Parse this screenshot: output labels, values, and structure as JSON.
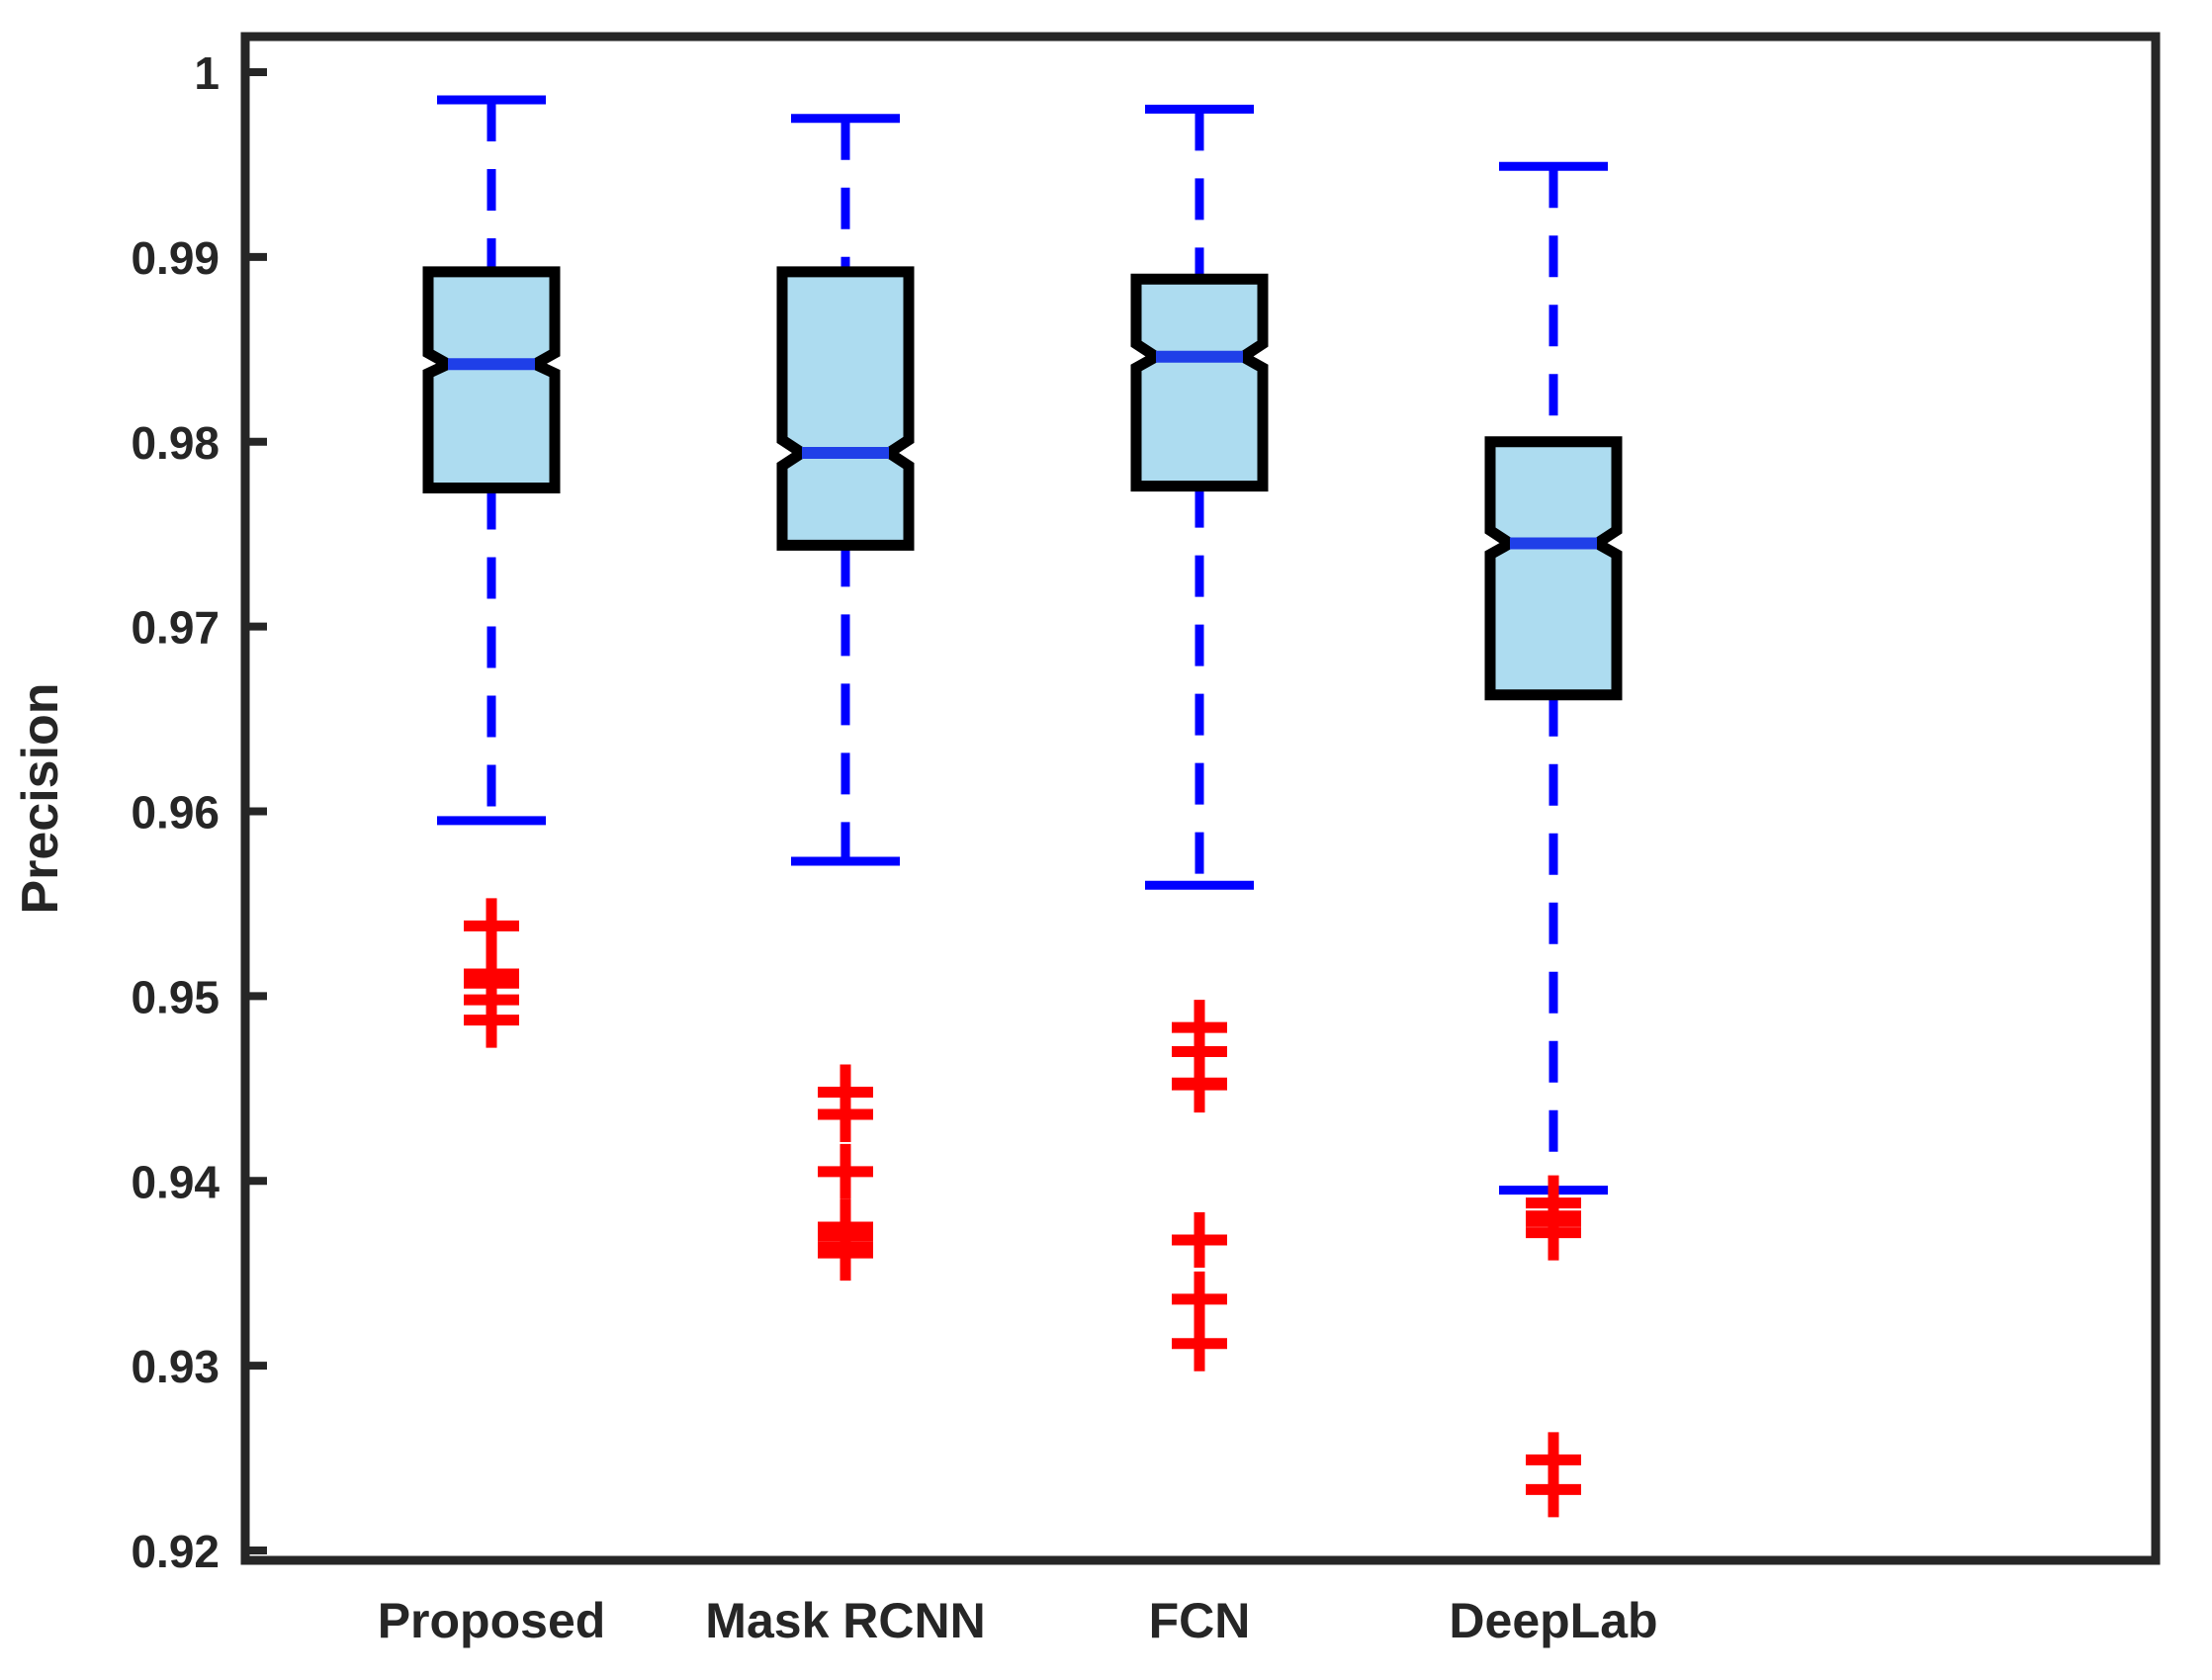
{
  "chart_data": {
    "type": "box",
    "title": "",
    "xlabel": "",
    "ylabel": "Precision",
    "ylim": [
      0.92,
      1.0
    ],
    "ytick_values": [
      0.92,
      0.93,
      0.94,
      0.95,
      0.96,
      0.97,
      0.98,
      0.99,
      1.0
    ],
    "ytick_labels": [
      "0.92",
      "0.93",
      "0.94",
      "0.95",
      "0.96",
      "0.97",
      "0.98",
      "0.99",
      "1"
    ],
    "grid": false,
    "legend": null,
    "categories": [
      "Proposed",
      "Mask RCNN",
      "FCN",
      "DeepLab"
    ],
    "notched": true,
    "colors": {
      "box_fill": "#ADDCF0",
      "box_edge": "#000000",
      "median": "#1F3FE8",
      "whisker": "#0000FF",
      "outlier": "#FF0000",
      "axis": "#262626",
      "background": "#FFFFFF"
    },
    "boxes": [
      {
        "label": "Proposed",
        "whisker_high": 0.9985,
        "q3": 0.9892,
        "median": 0.9842,
        "notch_high": 0.9848,
        "notch_low": 0.9837,
        "q1": 0.9775,
        "whisker_low": 0.9595,
        "outliers": [
          0.9538,
          0.9512,
          0.9507,
          0.9498,
          0.9487
        ]
      },
      {
        "label": "Mask RCNN",
        "whisker_high": 0.9975,
        "q3": 0.9892,
        "median": 0.9794,
        "notch_high": 0.9801,
        "notch_low": 0.9787,
        "q1": 0.9744,
        "whisker_low": 0.9573,
        "outliers": [
          0.9448,
          0.9436,
          0.9405,
          0.9375,
          0.937,
          0.9364,
          0.9361
        ]
      },
      {
        "label": "FCN",
        "whisker_high": 0.998,
        "q3": 0.9888,
        "median": 0.9846,
        "notch_high": 0.9853,
        "notch_low": 0.984,
        "q1": 0.9776,
        "whisker_low": 0.956,
        "outliers": [
          0.9483,
          0.947,
          0.9453,
          0.9452,
          0.9368,
          0.9336,
          0.9312
        ]
      },
      {
        "label": "DeepLab",
        "whisker_high": 0.9949,
        "q3": 0.98,
        "median": 0.9745,
        "notch_high": 0.9752,
        "notch_low": 0.9739,
        "q1": 0.9663,
        "whisker_low": 0.9395,
        "outliers": [
          0.9388,
          0.9381,
          0.9378,
          0.9372,
          0.9249,
          0.9233
        ]
      }
    ]
  }
}
